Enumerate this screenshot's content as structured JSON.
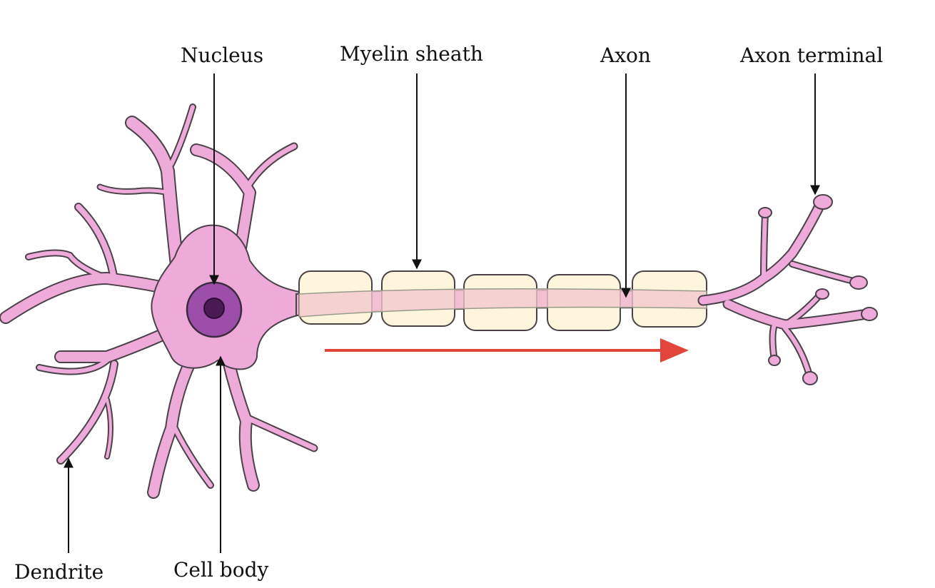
{
  "labels": {
    "nucleus": "Nucleus",
    "myelin_sheath": "Myelin sheath",
    "axon": "Axon",
    "axon_terminal": "Axon terminal",
    "dendrite": "Dendrite",
    "cell_body": "Cell body"
  },
  "colors": {
    "cytoplasm": "#eeaad8",
    "outline": "#4a4248",
    "nucleus": "#9b4fa9",
    "nucleolus": "#4a1a55",
    "myelin": "#fdf6dc",
    "axon_core": "#f3c6cf",
    "signal_arrow": "#e2463a",
    "pointer": "#111111"
  }
}
